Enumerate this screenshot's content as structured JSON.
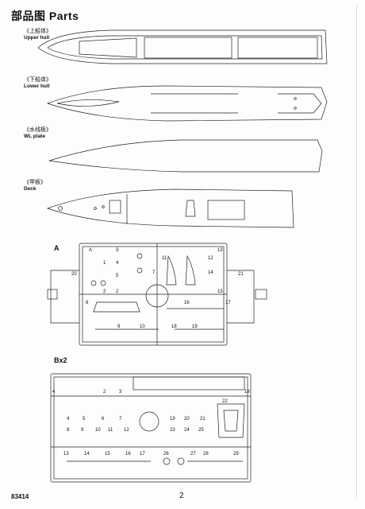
{
  "header": {
    "title": "部品图 Parts"
  },
  "parts": [
    {
      "zh": "《上船体》",
      "en": "Upper hull"
    },
    {
      "zh": "《下船体》",
      "en": "Lower hull"
    },
    {
      "zh": "《水线板》",
      "en": "WL plate"
    },
    {
      "zh": "《甲板》",
      "en": "Deck"
    }
  ],
  "sprues": [
    {
      "label": "A"
    },
    {
      "label": "Bx2"
    }
  ],
  "footer": {
    "code": "83414",
    "page": "2"
  }
}
